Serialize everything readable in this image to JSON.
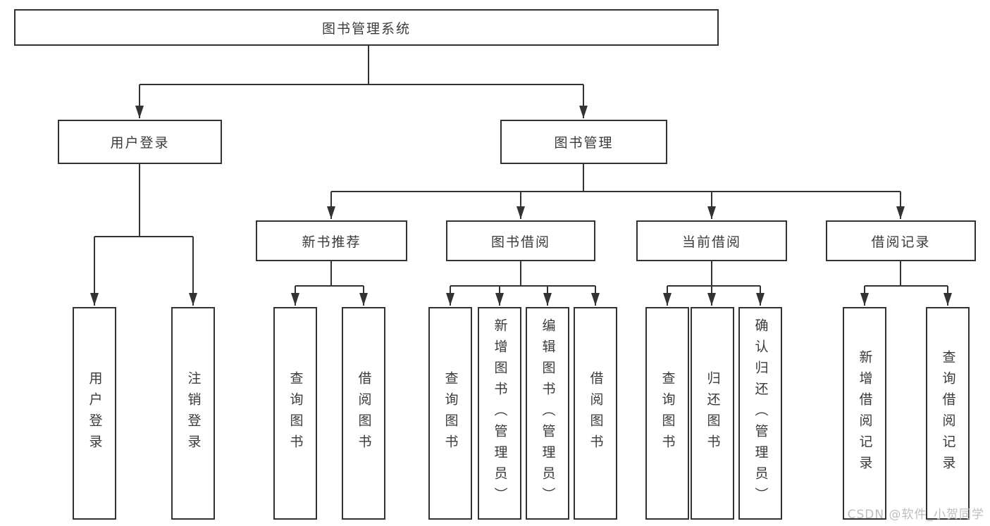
{
  "diagram": {
    "title": "图书管理系统",
    "tree": {
      "root": {
        "label": "图书管理系统",
        "children": [
          {
            "label": "用户登录",
            "children": [
              {
                "label": "用户登录"
              },
              {
                "label": "注销登录"
              }
            ]
          },
          {
            "label": "图书管理",
            "children": [
              {
                "label": "新书推荐",
                "children": [
                  {
                    "label": "查询图书"
                  },
                  {
                    "label": "借阅图书"
                  }
                ]
              },
              {
                "label": "图书借阅",
                "children": [
                  {
                    "label": "查询图书"
                  },
                  {
                    "label": "新增图书（管理员）"
                  },
                  {
                    "label": "编辑图书（管理员）"
                  },
                  {
                    "label": "借阅图书"
                  }
                ]
              },
              {
                "label": "当前借阅",
                "children": [
                  {
                    "label": "查询图书"
                  },
                  {
                    "label": "归还图书"
                  },
                  {
                    "label": "确认归还（管理员）"
                  }
                ]
              },
              {
                "label": "借阅记录",
                "children": [
                  {
                    "label": "新增借阅记录"
                  },
                  {
                    "label": "查询借阅记录"
                  }
                ]
              }
            ]
          }
        ]
      }
    },
    "line_color": "#333333",
    "box_background": "#ffffff",
    "text_color": "#3a3a3a"
  },
  "watermark": "CSDN @软件_小贺同学"
}
